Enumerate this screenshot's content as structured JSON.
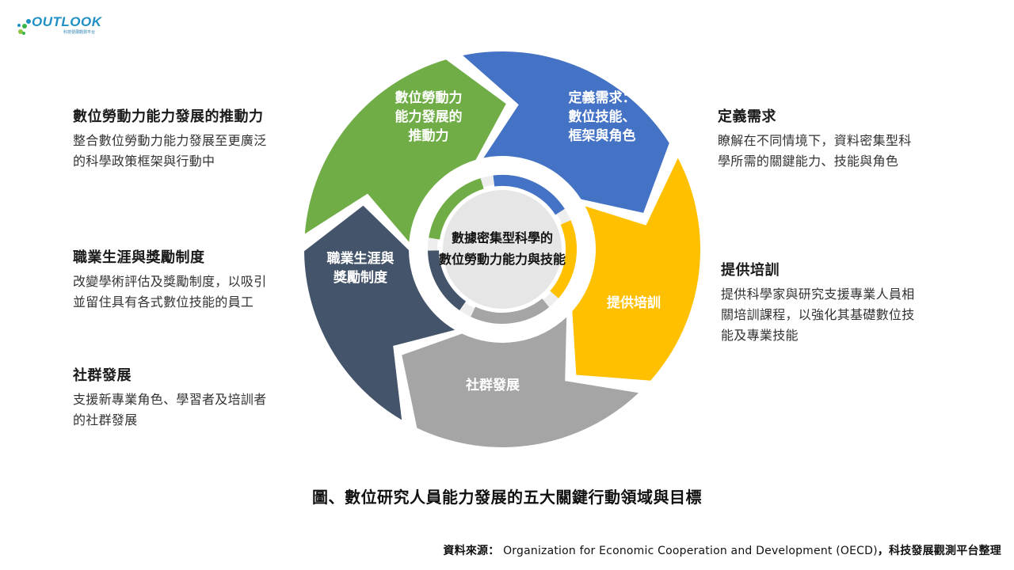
{
  "logo": {
    "name": "OUTLOOK",
    "subtitle": "科技發展觀測平台"
  },
  "center": {
    "line1": "數據密集型科學的",
    "line2": "數位勞動力能力與技能"
  },
  "segments": [
    {
      "id": "drive",
      "lines": [
        "數位勞動力",
        "能力發展的",
        "推動力"
      ],
      "color": "#70ad47"
    },
    {
      "id": "define",
      "lines": [
        "定義需求：",
        "數位技能、",
        "框架與角色"
      ],
      "color": "#4472c4"
    },
    {
      "id": "train",
      "lines": [
        "提供培訓"
      ],
      "color": "#ffc000"
    },
    {
      "id": "community",
      "lines": [
        "社群發展"
      ],
      "color": "#a5a5a5"
    },
    {
      "id": "career",
      "lines": [
        "職業生涯與",
        "獎勵制度"
      ],
      "color": "#44546a"
    }
  ],
  "descriptions": {
    "drive": {
      "title": "數位勞動力能力發展的推動力",
      "line1": "整合數位勞動力能力發展至更廣泛",
      "line2": "的科學政策框架與行動中"
    },
    "career": {
      "title": "職業生涯與獎勵制度",
      "line1": "改變學術評估及獎勵制度，以吸引",
      "line2": "並留住具有各式數位技能的員工"
    },
    "community": {
      "title": "社群發展",
      "line1": "支援新專業角色、學習者及培訓者",
      "line2": "的社群發展"
    },
    "define": {
      "title": "定義需求",
      "line1": "瞭解在不同情境下，資料密集型科",
      "line2": "學所需的關鍵能力、技能與角色"
    },
    "train": {
      "title": "提供培訓",
      "line1": "提供科學家與研究支援專業人員相",
      "line2": "關培訓課程，以強化其基礎數位技",
      "line3": "能及專業技能"
    }
  },
  "caption": "圖、數位研究人員能力發展的五大關鍵行動領域與目標",
  "source": {
    "prefix": "資料來源：",
    "org": " Organization for Economic Cooperation and Development (OECD)",
    "suffix": "，科技發展觀測平台整理"
  }
}
